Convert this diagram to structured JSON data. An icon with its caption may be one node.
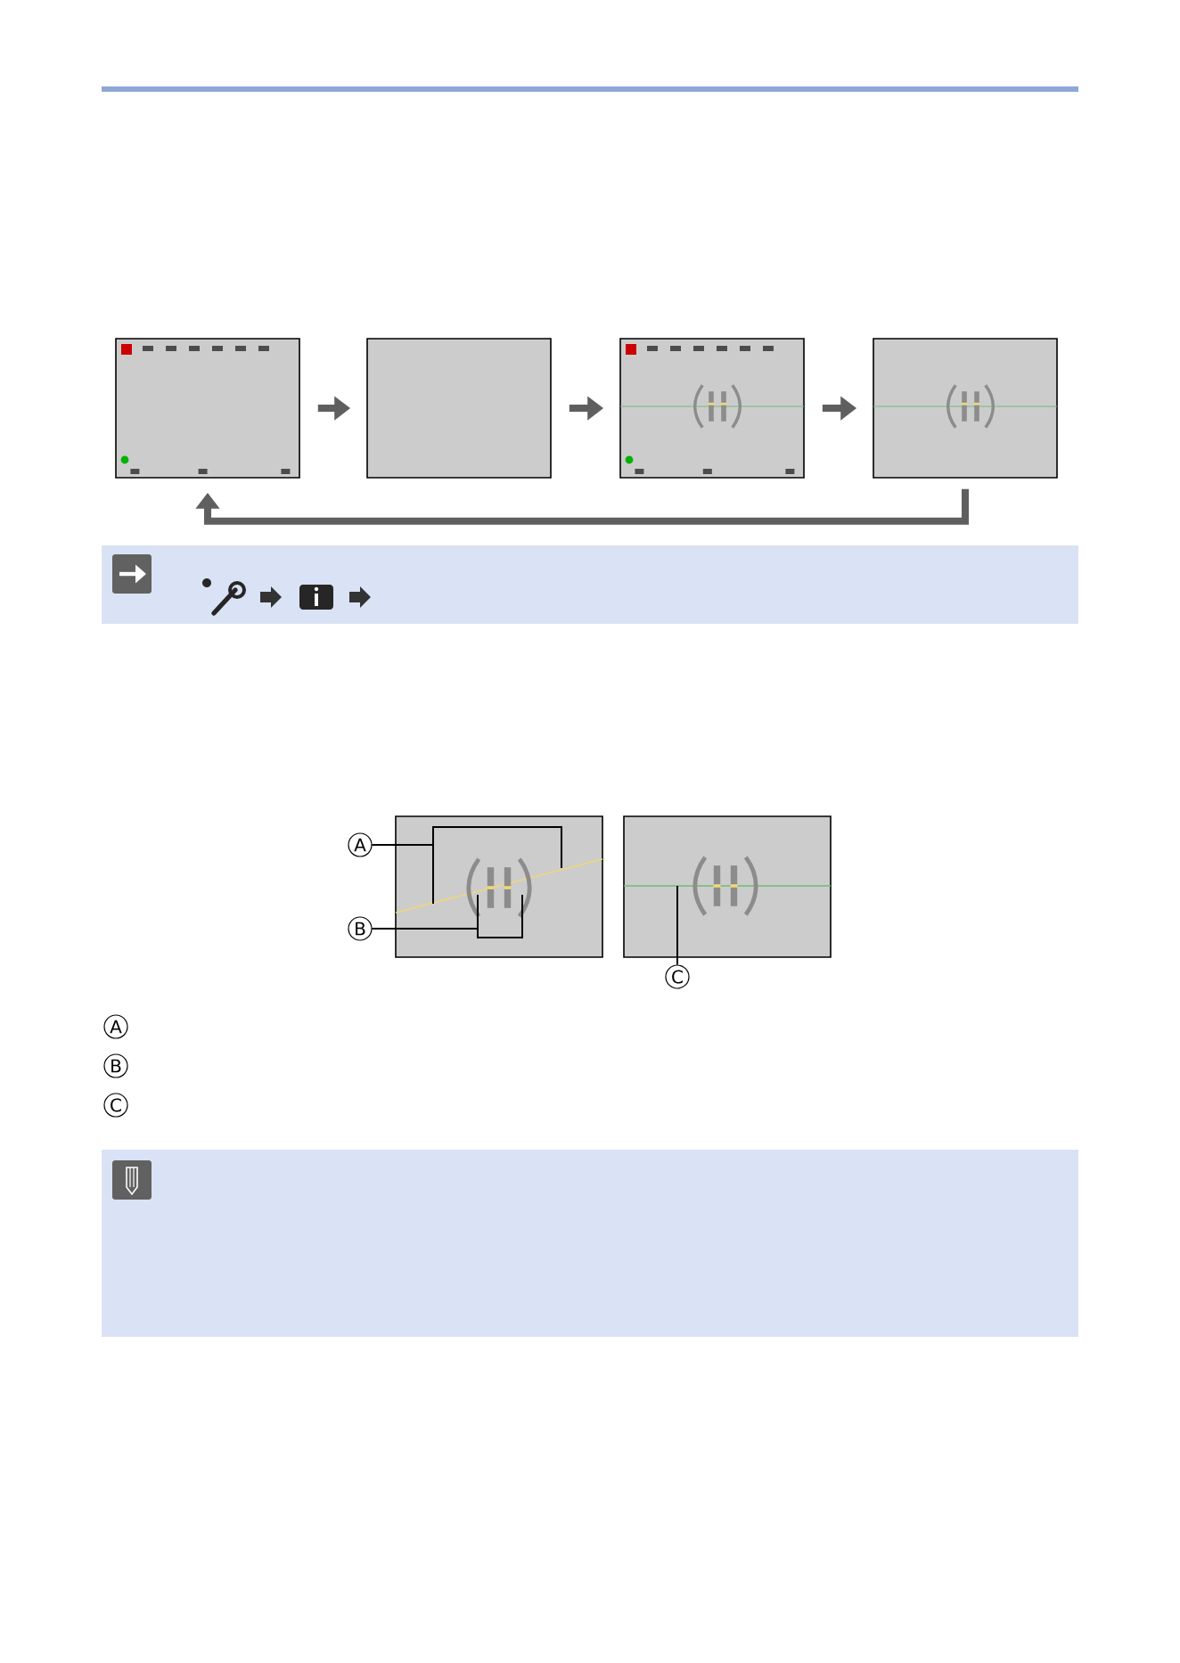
{
  "diagram": {
    "nodes": [
      {
        "text": [],
        "shape": "box"
      },
      {
        "text": [],
        "shape": "box"
      },
      {
        "text": [],
        "shape": "box"
      },
      {
        "text": [],
        "shape": "box"
      },
      {
        "text": [
          "A"
        ]
      },
      {
        "text": [
          "B"
        ]
      },
      {
        "text": [
          "C"
        ]
      },
      {
        "text": [],
        "shape": "box"
      },
      {
        "text": [],
        "shape": "box"
      },
      {
        "text": [
          "A"
        ]
      },
      {
        "text": [
          "B"
        ]
      },
      {
        "text": [
          "C"
        ]
      }
    ],
    "edges": [
      {
        "from": 0,
        "to": 1,
        "arrow": "to",
        "style": "thick",
        "color": "#5f5f5f"
      },
      {
        "from": 1,
        "to": 2,
        "arrow": "to",
        "style": "thick",
        "color": "#5f5f5f"
      },
      {
        "from": 2,
        "to": 3,
        "arrow": "to",
        "style": "thick",
        "color": "#5f5f5f"
      },
      {
        "from": 3,
        "to": 0,
        "arrow": "to",
        "style": "thick",
        "color": "#5f5f5f"
      },
      {
        "from": 4,
        "to": 7,
        "arrow": "none",
        "color": "#000000"
      },
      {
        "from": 4,
        "to": 7,
        "arrow": "none",
        "color": "#000000"
      },
      {
        "from": 5,
        "to": 7,
        "arrow": "none",
        "color": "#000000"
      },
      {
        "from": 5,
        "to": 7,
        "arrow": "none",
        "color": "#000000"
      },
      {
        "from": 6,
        "to": 8,
        "arrow": "none",
        "color": "#000000"
      }
    ]
  }
}
